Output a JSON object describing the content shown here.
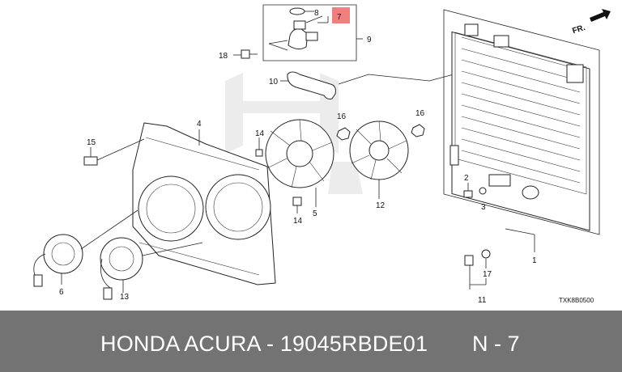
{
  "diagram": {
    "callouts": {
      "c1": "1",
      "c2": "2",
      "c3": "3",
      "c4": "4",
      "c5": "5",
      "c6": "6",
      "c7": "7",
      "c8": "8",
      "c9": "9",
      "c10": "10",
      "c11": "11",
      "c12": "12",
      "c13": "13",
      "c14a": "14",
      "c14b": "14",
      "c15": "15",
      "c16a": "16",
      "c16b": "16",
      "c17": "17",
      "c18": "18"
    },
    "direction_label": "FR.",
    "drawing_code": "TXK8B0500",
    "highlight_color": "#f08080"
  },
  "caption": {
    "text": "HONDA ACURA - 19045RBDE01",
    "callout": "N - 7"
  }
}
